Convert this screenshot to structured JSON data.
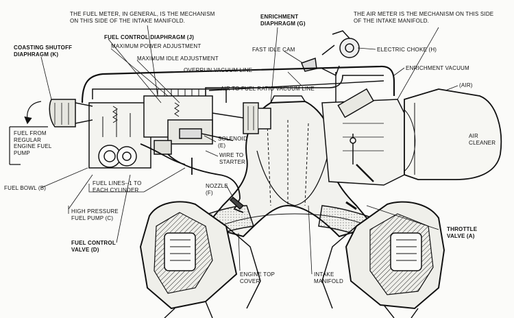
{
  "labels": {
    "fuel_meter_note": "THE FUEL METER, IN GENERAL, IS THE MECHANISM\nON THIS SIDE OF THE INTAKE MANIFOLD.",
    "enrichment_diaphragm": "ENRICHMENT\nDIAPHRAGM (G)",
    "air_meter_note": "THE AIR METER IS THE MECHANISM ON THIS SIDE\nOF THE INTAKE MANIFOLD.",
    "coasting_shutoff": "COASTING SHUTOFF\nDIAPHRAGM (K)",
    "fuel_control_diaphragm": "FUEL CONTROL  DIAPHRAGM (J)",
    "max_power_adj": "MAXIMUM POWER ADJUSTMENT",
    "max_idle_adj": "MAXIMUM IDLE ADJUSTMENT",
    "fast_idle_cam": "FAST IDLE CAM",
    "electric_choke": "ELECTRIC CHOKE (H)",
    "overrun_vacuum": "OVERRUN VACUUM LINE",
    "enrichment_vacuum": "ENRICHMENT VACUUM",
    "air_fuel_ratio": "AIR TO FUEL RATIO  VACUUM LINE",
    "air": "(AIR)",
    "fuel_from": "FUEL FROM\nREGULAR\nENGINE FUEL\nPUMP",
    "air_cleaner": "AIR\nCLEANER",
    "solenoid": "SOLENOID\n(E)",
    "wire_to_starter": "WIRE TO\nSTARTER",
    "fuel_bowl": "FUEL BOWL (B)",
    "fuel_lines": "FUEL LINES--1 TO\nEACH CYLINDER",
    "nozzle": "NOZZLE\n(F)",
    "high_pressure_pump": "HIGH PRESSURE\nFUEL PUMP (C)",
    "fuel_control_valve": "FUEL CONTROL\nVALVE (D)",
    "throttle_valve": "THROTTLE\nVALVE (A)",
    "engine_top_cover": "ENGINE TOP\nCOVER",
    "intake_manifold": "INTAKE\nMANIFOLD"
  },
  "colors": {
    "ink": "#111111",
    "paper": "#fbfbf9",
    "shade": "#d9d9d4"
  }
}
